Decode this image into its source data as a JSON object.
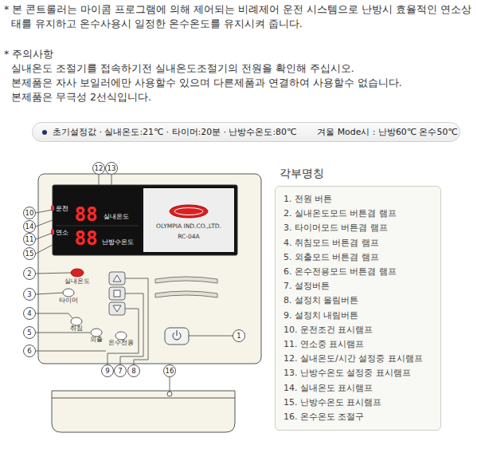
{
  "diagram": {
    "nodes": [
      {
        "text": [
          "초기설정값 · 실내온도:21℃ · 타이머:20분 · 난방수온도:80℃",
          "겨울 Mode시 : 난방60℃ 온수50℃"
        ]
      },
      {
        "text": [
          "12"
        ]
      },
      {
        "text": [
          "13"
        ]
      },
      {
        "text": [
          "10"
        ]
      },
      {
        "text": [
          "14"
        ]
      },
      {
        "text": [
          "11"
        ]
      },
      {
        "text": [
          "15"
        ]
      },
      {
        "text": [
          "2"
        ]
      },
      {
        "text": [
          "3"
        ]
      },
      {
        "text": [
          "4"
        ]
      },
      {
        "text": [
          "5"
        ]
      },
      {
        "text": [
          "1"
        ]
      },
      {
        "text": [
          "6"
        ]
      },
      {
        "text": [
          "9"
        ]
      },
      {
        "text": [
          "7"
        ]
      },
      {
        "text": [
          "8"
        ]
      },
      {
        "text": [
          "16"
        ]
      },
      {
        "text": [
          "각부명칭",
          "1. 전원 버튼",
          "2. 실내온도모드 버튼겸 램프",
          "3. 타이머모드 버튼겸 램프",
          "4. 취침모드 버튼겸 램프",
          "5. 외출모드 버튼겸 램프",
          "6. 온수전용모드 버튼겸 램프",
          "7. 설정버튼",
          "8. 설정치 올림버튼",
          "9. 설정치 내림버튼",
          "10. 운전조건 표시램프",
          "11. 연소중 표시램프",
          "12. 실내온도/시간 설정중 표시램프",
          "13. 난방수온도 설정중 표시램프",
          "14. 실내온도 표시램프",
          "15. 난방수온도 표시램프",
          "16. 온수온도 조절구"
        ]
      }
    ],
    "labels": [
      "* 본 콘트롤러는 마이콤 프로그램에 의해 제어되는 비례제어 운전 시스템으로 난방시 효율적인 연소상태를 유지하고 온수사용시 일정한 온수온도를 유지시켜 줍니다.",
      "* 주의사항",
      "실내온도 조절기를 접속하기전 실내온도조절기의 전원을 확인해 주십시오.",
      "본제품은 자사 보일러에만 사용할수 있으며 다른제품과 연결하여 사용할수 없습니다.",
      "본제품은 무극성 2선식입니다.",
      "운전",
      "88",
      "실내온도",
      "연소",
      "88",
      "난방수온도",
      "OLYMPIA IND.CO.,LTD.",
      "RC-04A",
      "실내온도",
      "타이머",
      "취침",
      "외출",
      "온수전용"
    ]
  }
}
